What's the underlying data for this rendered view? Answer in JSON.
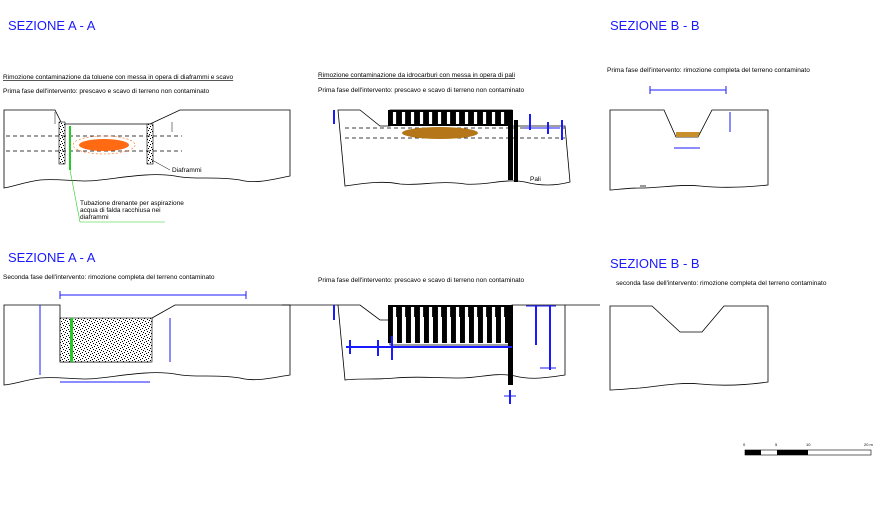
{
  "sections": {
    "aa_top_title": "SEZIONE A - A",
    "bb_top_title": "SEZIONE  B - B",
    "aa_bottom_title": "SEZIONE A - A",
    "bb_bottom_title": "SEZIONE  B - B"
  },
  "captions": {
    "toluene_title": "Rimozione contaminazione da toluene con messa in opera di diaframmi e scavo",
    "toluene_phase1": "Prima fase dell'intervento: prescavo e scavo di terreno non contaminato",
    "hydrocarbon_title": "Rimozione contaminazione da idrocarburi con messa in opera di pali",
    "hydrocarbon_phase1": "Prima fase dell'intervento: prescavo e scavo di terreno non contaminato",
    "bb_top_phase": "Prima fase dell'intervento: rimozione completa del terreno contaminato",
    "aa_bottom_phase2": "Seconda  fase dell'intervento: rimozione completa del terreno contaminato",
    "hc_bottom_phase1": "Prima fase dell'intervento: prescavo e scavo di terreno non contaminato",
    "bb_bottom_phase2": "seconda  fase dell'intervento: rimozione completa del terreno contaminato"
  },
  "labels": {
    "diaframmi": "Diaframmi",
    "pali": "Pali",
    "tubazione_line1": "Tubazione drenante per aspirazione",
    "tubazione_line2": "acqua di falda racchiusa nei",
    "tubazione_line3": "diaframmi"
  },
  "scale_bar": {
    "ticks": [
      "0",
      "5",
      "10",
      "20 m"
    ]
  },
  "colors": {
    "title_blue": "#1a1aff",
    "dimension_blue": "#1a1aff",
    "toluene_plume": "#ff6a13",
    "hydrocarbon_plume": "#b5761a",
    "drain_pipe": "#22cc22",
    "bb_contaminated": "#c8902a"
  }
}
